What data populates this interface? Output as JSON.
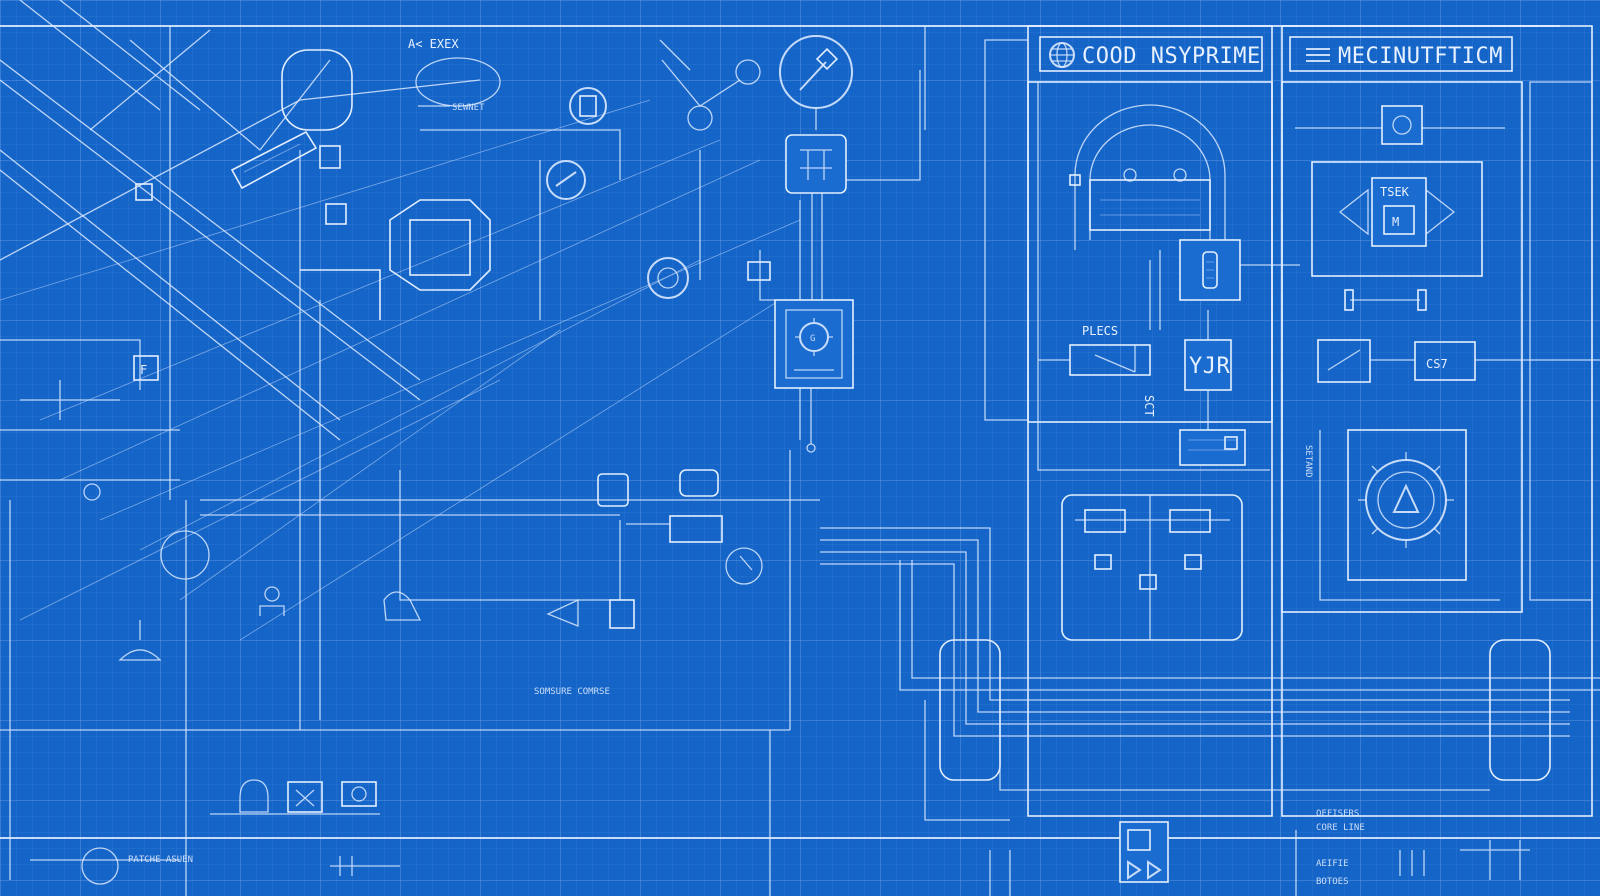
{
  "headers": {
    "left_panel_title": "COOD NSYPRIME",
    "right_panel_title": "MECINUTFTICM"
  },
  "labels": {
    "top_left_a": "A< EXEX",
    "sewnet": "SEWNET",
    "plecs": "PLECS",
    "sct_vertical": "SCT",
    "yjr": "YJR",
    "tsek": "TSEK",
    "cs7": "CS7",
    "g_badge": "G",
    "m_badge": "M",
    "small_panel": "F",
    "bottom_caption": "SOMSURE COMRSE",
    "bottom_left_block": "PATCHE ASUEN",
    "bottom_right_line1": "OFFISERS",
    "bottom_right_line2": "CORE LINE",
    "bottom_right_line3": "AEIFIE",
    "bottom_right_line4": "BOTOES",
    "right_vertical": "SETAND"
  },
  "colors": {
    "background": "#1565c8",
    "ink": "#e3efff",
    "grid_minor": "#3a7fd6",
    "grid_major": "#5a95e0"
  },
  "icons": [
    "globe-icon",
    "menu-icon",
    "wrench-icon",
    "gear-icon",
    "plug-icon",
    "gauge-icon",
    "valve-icon",
    "motor-icon",
    "cpu-chip-icon",
    "phone-device-icon",
    "user-icon",
    "lamp-icon",
    "shield-icon",
    "play-icon"
  ]
}
